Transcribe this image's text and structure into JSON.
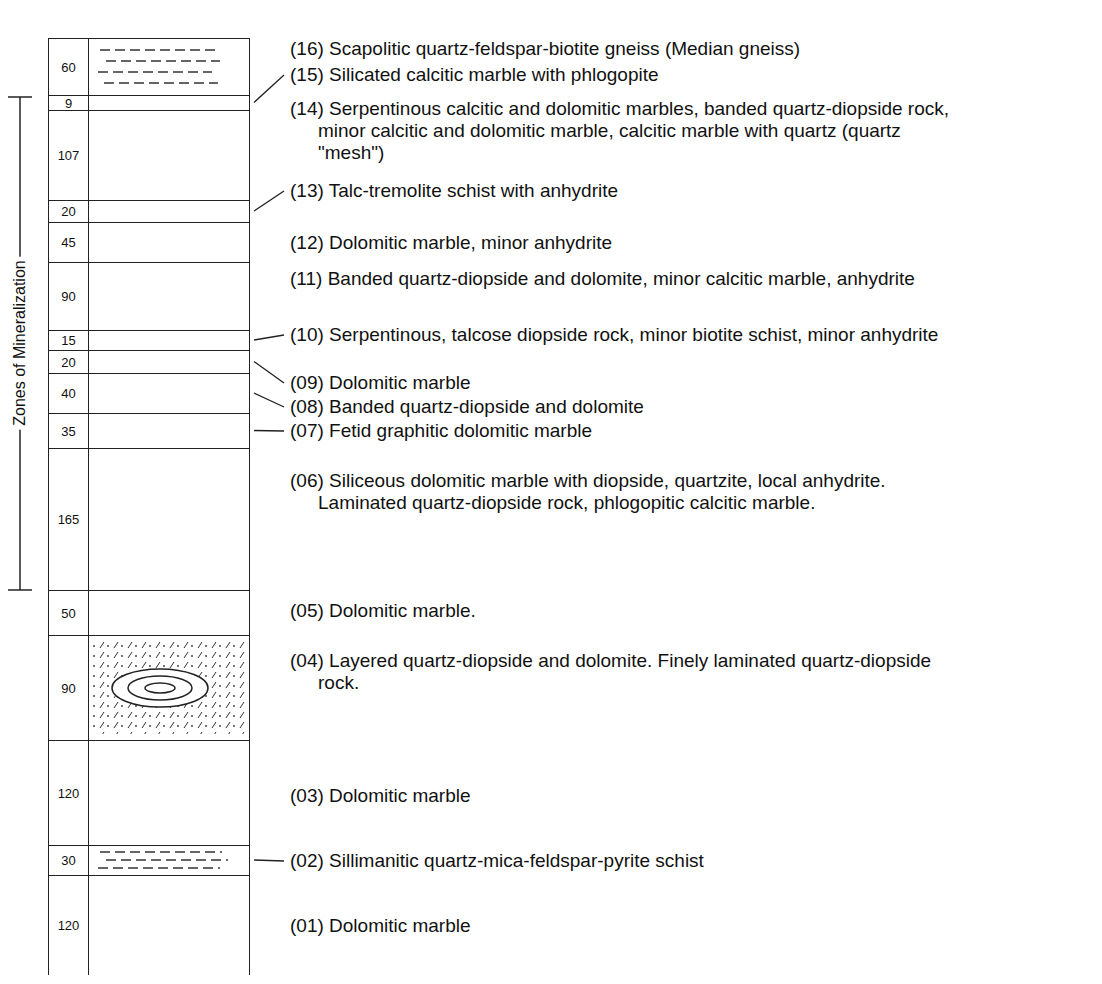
{
  "diagram": {
    "nodes": [
      {
        "text": [
          "60"
        ]
      },
      {
        "text": [
          "9"
        ]
      },
      {
        "text": [
          "107"
        ]
      },
      {
        "text": [
          "20"
        ]
      },
      {
        "text": [
          "45"
        ]
      },
      {
        "text": [
          "90"
        ]
      },
      {
        "text": [
          "15"
        ]
      },
      {
        "text": [
          "20"
        ]
      },
      {
        "text": [
          "40"
        ]
      },
      {
        "text": [
          "35"
        ]
      },
      {
        "text": [
          "165"
        ]
      },
      {
        "text": [
          "50"
        ]
      },
      {
        "text": [
          "90"
        ]
      },
      {
        "text": [
          "120"
        ]
      },
      {
        "text": [
          "30"
        ]
      },
      {
        "text": [
          "120"
        ]
      }
    ],
    "labels": [
      "Zones of Mineralization",
      "(16) Scapolitic quartz-feldspar-biotite gneiss (Median gneiss)",
      "(15) Silicated calcitic marble with phlogopite",
      "(14) Serpentinous calcitic and dolomitic marbles, banded quartz-diopside rock, minor calcitic and dolomitic marble, calcitic marble with quartz (quartz \"mesh\")",
      "(13) Talc-tremolite schist with anhydrite",
      "(12) Dolomitic marble, minor anhydrite",
      "(11) Banded quartz-diopside and dolomite, minor calcitic marble, anhydrite",
      "(10) Serpentinous, talcose diopside rock, minor biotite schist, minor anhydrite",
      "(09) Dolomitic marble",
      "(08) Banded quartz-diopside and dolomite",
      "(07) Fetid graphitic dolomitic marble",
      "(06) Siliceous dolomitic marble with diopside, quartzite, local anhydrite. Laminated quartz-diopside rock, phlogopitic calcitic marble.",
      "(05) Dolomitic marble.",
      "(04) Layered quartz-diopside and dolomite. Finely laminated quartz-diopside rock.",
      "(03) Dolomitic marble",
      "(02) Sillimanitic quartz-mica-feldspar-pyrite schist",
      "(01) Dolomitic marble"
    ]
  }
}
